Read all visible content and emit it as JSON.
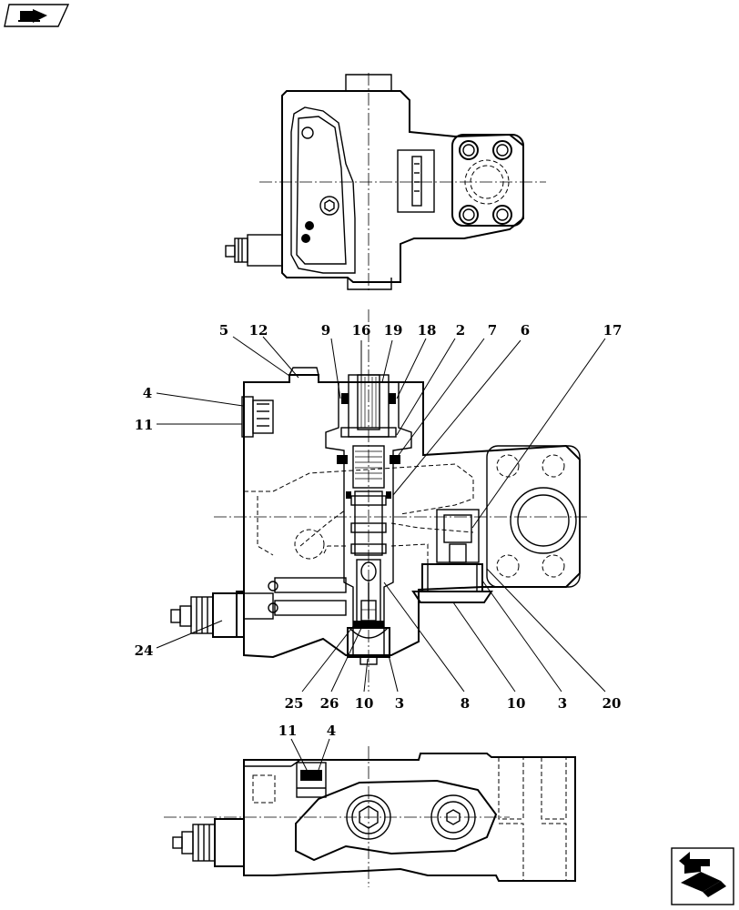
{
  "nav": {
    "top_left_icon": "book-arrow-icon",
    "bottom_right_icon": "return-arrow-icon"
  },
  "callouts": {
    "c5": "5",
    "c12": "12",
    "c9": "9",
    "c16": "16",
    "c19": "19",
    "c18": "18",
    "c2": "2",
    "c7": "7",
    "c6": "6",
    "c17": "17",
    "c4": "4",
    "c11": "11",
    "c24": "24",
    "c25": "25",
    "c26": "26",
    "c10a": "10",
    "c3a": "3",
    "c8": "8",
    "c10b": "10",
    "c3b": "3",
    "c20": "20",
    "c11b": "11",
    "c4b": "4"
  }
}
